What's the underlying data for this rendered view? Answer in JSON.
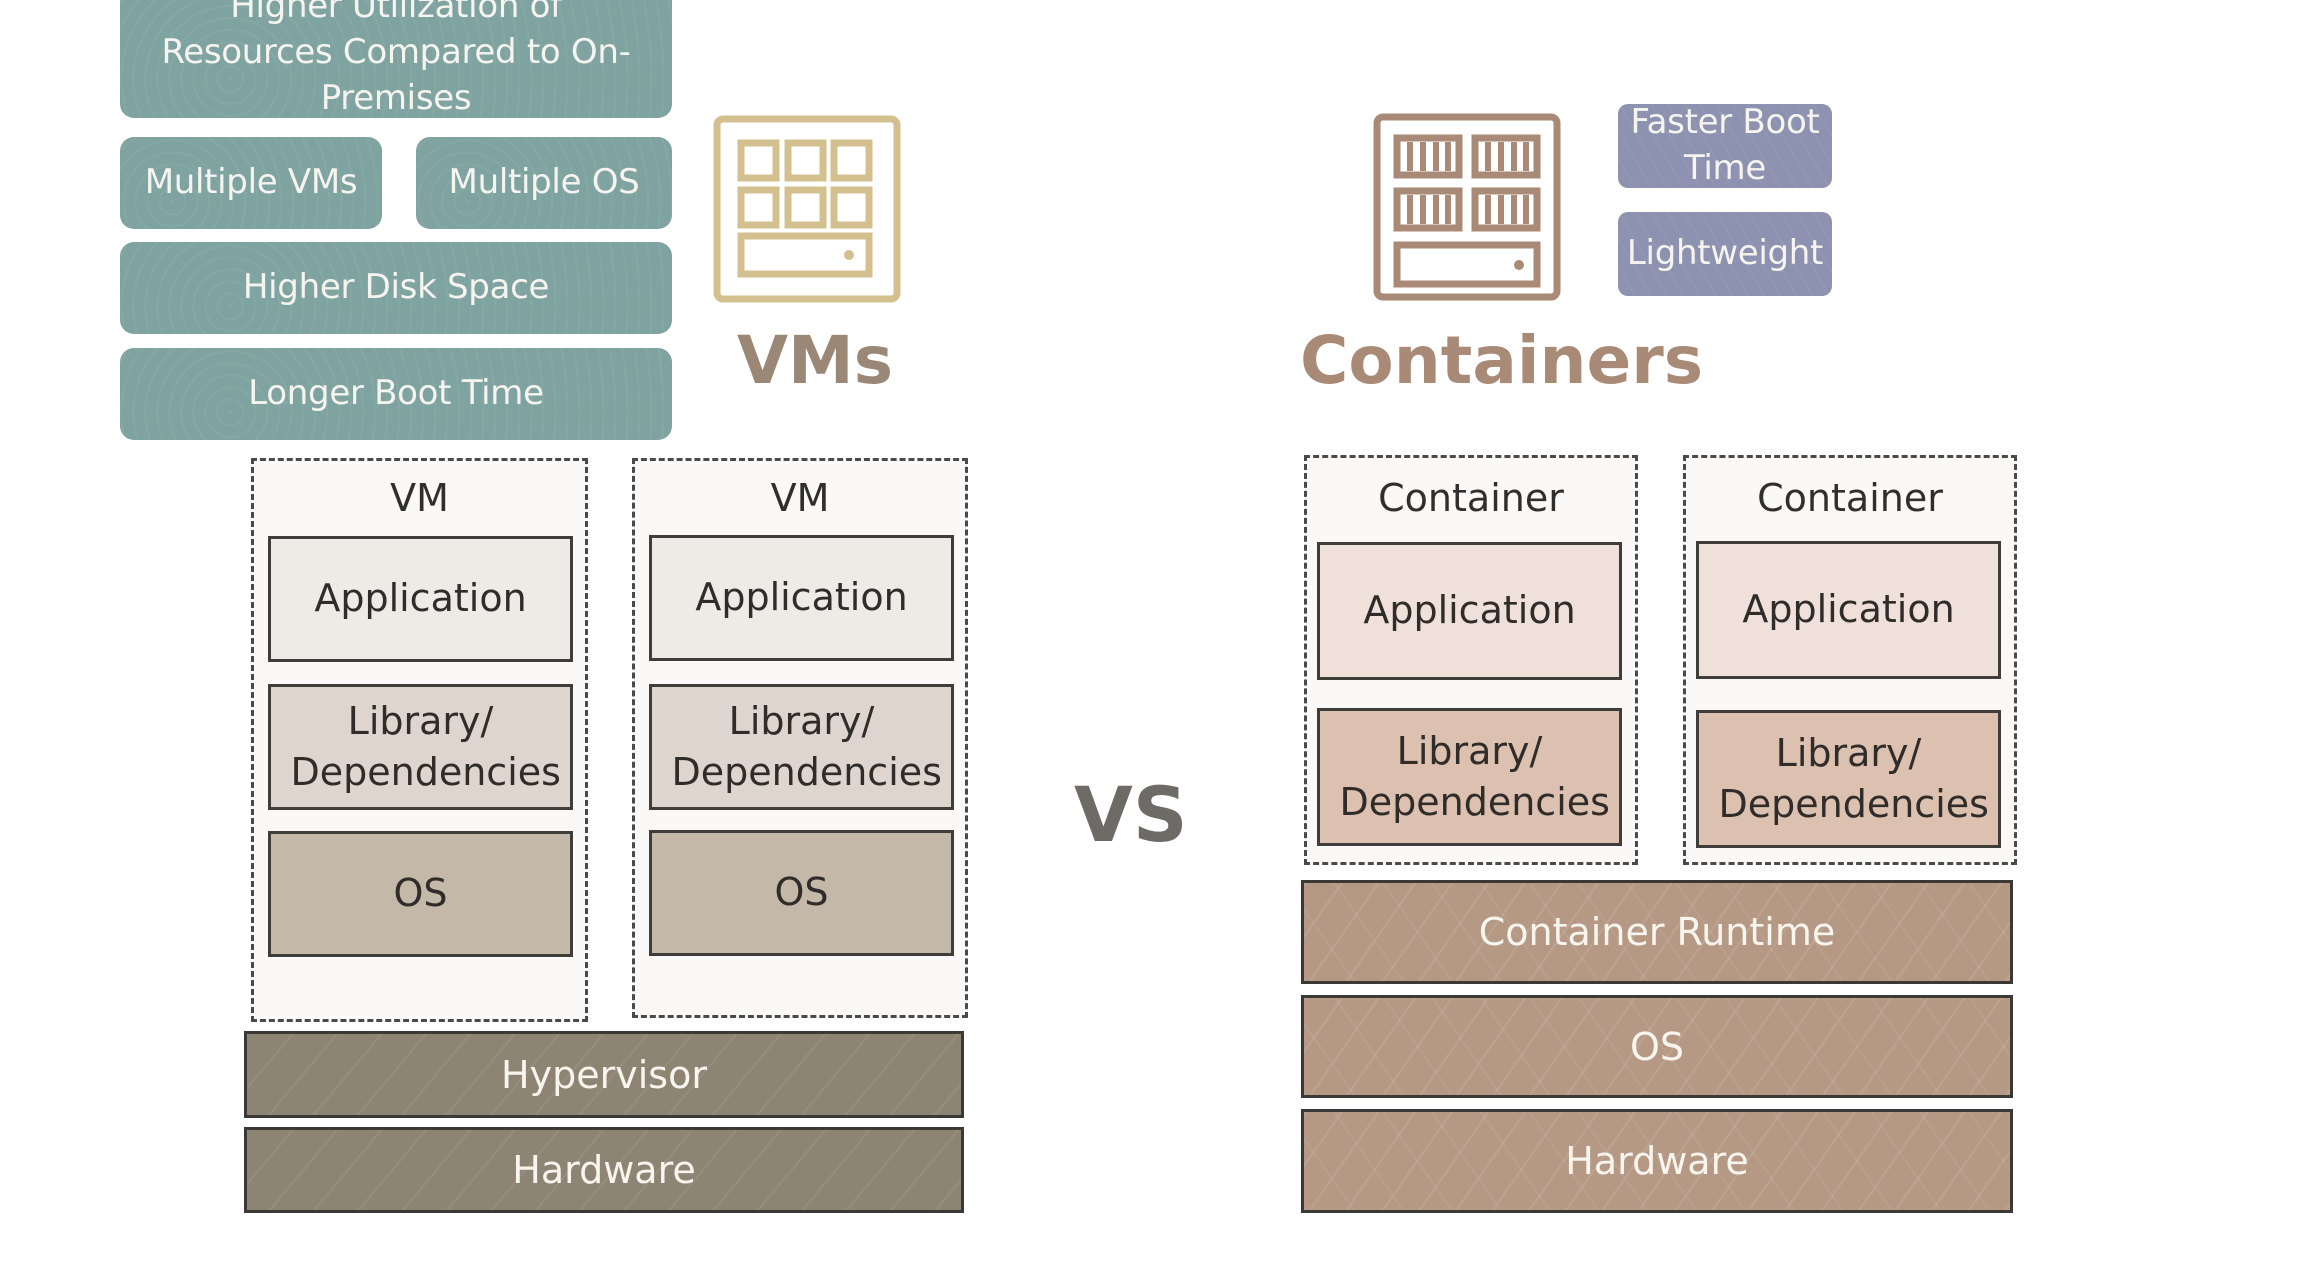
{
  "vm_side": {
    "title": "VMs",
    "icon": "vm-server-grid-icon",
    "traits": [
      "Higher Utilization of Resources Compared to On-Premises",
      "Multiple VMs",
      "Multiple OS",
      "Higher Disk Space",
      "Longer Boot Time"
    ],
    "units": [
      {
        "label": "VM",
        "layers": [
          "Application",
          "Library/ Dependencies",
          "OS"
        ]
      },
      {
        "label": "VM",
        "layers": [
          "Application",
          "Library/ Dependencies",
          "OS"
        ]
      }
    ],
    "base_layers": [
      "Hypervisor",
      "Hardware"
    ]
  },
  "separator": "VS",
  "container_side": {
    "title": "Containers",
    "icon": "container-server-icon",
    "traits": [
      "Faster Boot Time",
      "Lightweight"
    ],
    "units": [
      {
        "label": "Container",
        "layers": [
          "Application",
          "Library/ Dependencies"
        ]
      },
      {
        "label": "Container",
        "layers": [
          "Application",
          "Library/ Dependencies"
        ]
      }
    ],
    "base_layers": [
      "Container Runtime",
      "OS",
      "Hardware"
    ]
  },
  "colors": {
    "vm_trait": "#7fa3a0",
    "container_trait": "#8c92b0",
    "vm_icon": "#d4c08f",
    "vm_title": "#9a8775",
    "container_icon": "#a98a76",
    "container_title": "#a98a76",
    "vm_app": "#eeeae6",
    "vm_lib": "#ddd5ce",
    "vm_os": "#c4b8a8",
    "vm_base": "#8e8474",
    "ct_app": "#efe0da",
    "ct_lib": "#dcc0b0",
    "ct_base": "#b59985"
  }
}
